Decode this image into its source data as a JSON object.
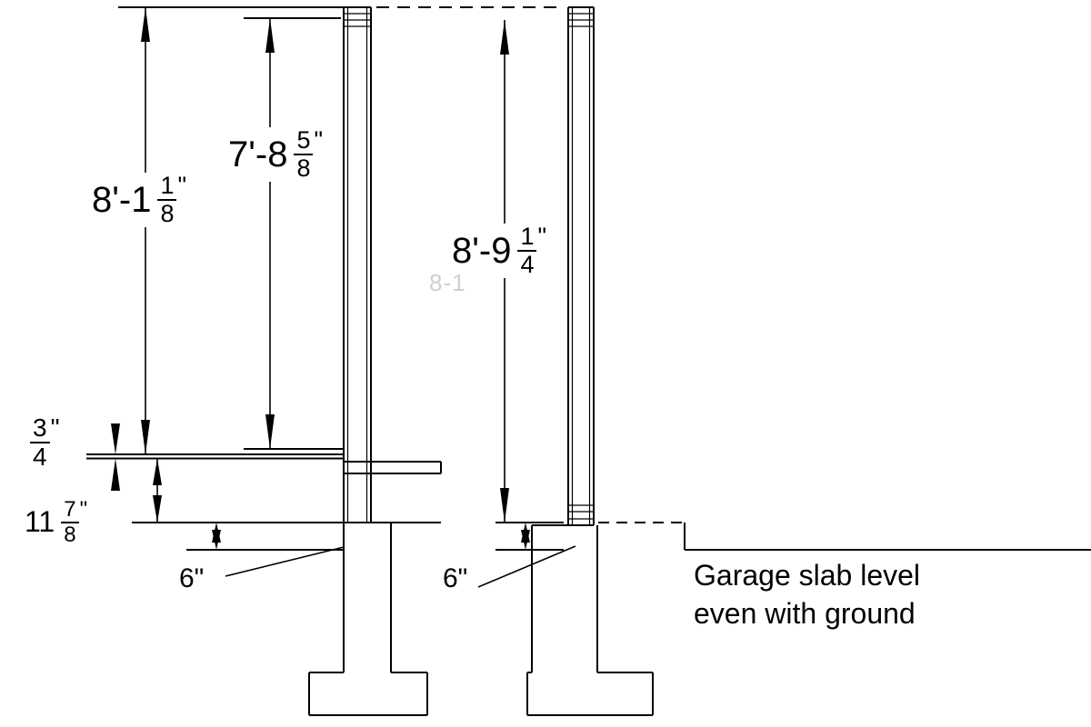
{
  "drawing": {
    "type": "architectural-wall-section",
    "ink_color": "#000000",
    "background_color": "#ffffff",
    "watermark": "8-1"
  },
  "dimensions": {
    "overall_height": {
      "whole": "8'-1",
      "num": "1",
      "den": "8",
      "unit": "\""
    },
    "plate_height": {
      "whole": "7'-8",
      "num": "5",
      "den": "8",
      "unit": "\""
    },
    "garage_wall_height": {
      "whole": "8'-9",
      "num": "1",
      "den": "4",
      "unit": "\""
    },
    "subfloor_thickness": {
      "num": "3",
      "den": "4",
      "unit": "\""
    },
    "floor_depth": {
      "whole": "11",
      "num": "7",
      "den": "8",
      "unit": "\""
    },
    "left_stem_exposure": {
      "label": "6\""
    },
    "right_stem_exposure": {
      "label": "6\""
    }
  },
  "annotations": {
    "garage_note_line1": "Garage slab level",
    "garage_note_line2": "even with ground"
  }
}
